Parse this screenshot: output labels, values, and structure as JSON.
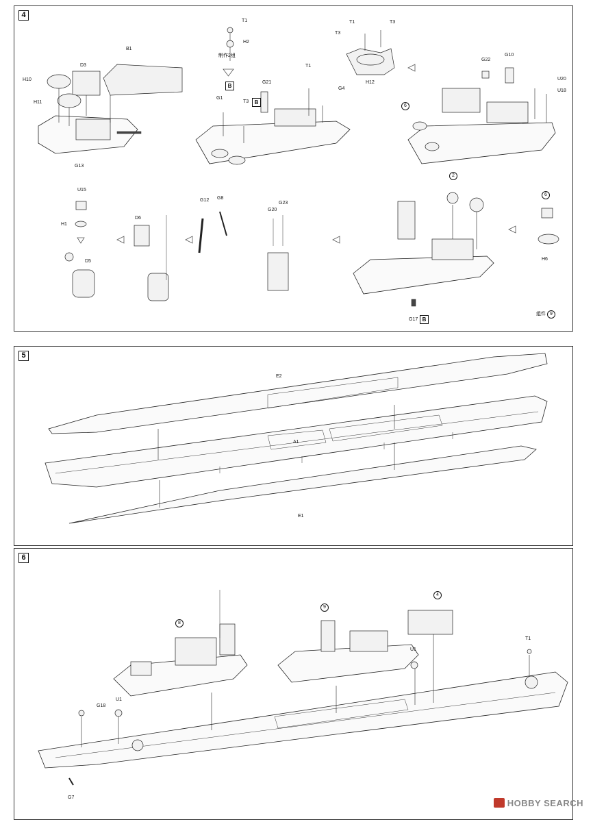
{
  "steps": {
    "s4": {
      "number": "4",
      "sub_ref": "组件",
      "sub_ref_num": "9"
    },
    "s5": {
      "number": "5"
    },
    "s6": {
      "number": "6"
    }
  },
  "s4_labels": {
    "B1": "B1",
    "D3": "D3",
    "H10": "H10",
    "H11": "H11",
    "G13": "G13",
    "T1": "T1",
    "H2": "H2",
    "make2": "制作2组",
    "G1": "G1",
    "T3": "T3",
    "G21": "G21",
    "G4": "G4",
    "B": "B",
    "H12": "H12",
    "G22": "G22",
    "G10": "G10",
    "U20": "U20",
    "U18": "U18",
    "c6": "6",
    "U15": "U15",
    "H1": "H1",
    "D5": "D5",
    "D6": "D6",
    "G12": "G12",
    "G8": "G8",
    "G20": "G20",
    "G23": "G23",
    "c2": "2",
    "H6": "H6",
    "G17": "G17"
  },
  "s5_labels": {
    "E2": "E2",
    "A1": "A1",
    "E1": "E1"
  },
  "s6_labels": {
    "c8": "8",
    "c9": "9",
    "c4": "4",
    "U1": "U1",
    "T1": "T1",
    "G18": "G18",
    "G7": "G7"
  },
  "footer": {
    "brand": "HOBBY SEARCH"
  }
}
